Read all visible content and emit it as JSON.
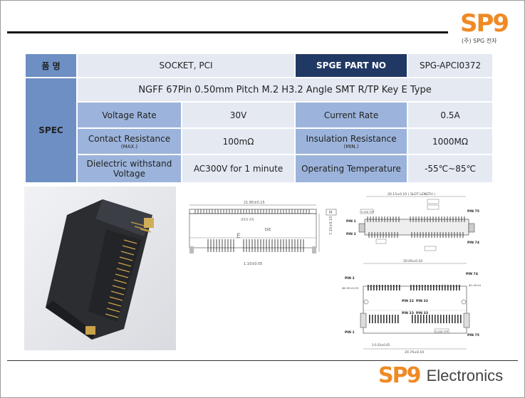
{
  "table": {
    "name_label": "품  명",
    "name_value": "SOCKET, PCI",
    "part_label": "SPGE PART NO",
    "part_value": "SPG-APCI0372",
    "spec_label": "SPEC",
    "description": "NGFF 67Pin 0.50mm Pitch M.2 H3.2 Angle SMT R/TP Key E Type",
    "rows": [
      {
        "l1": "Voltage Rate",
        "l1s": "",
        "v1": "30V",
        "l2": "Current Rate",
        "l2s": "",
        "v2": "0.5A"
      },
      {
        "l1": "Contact Resistance",
        "l1s": "(MAX.)",
        "v1": "100mΩ",
        "l2": "Insulation Resistance",
        "l2s": "(MIN.)",
        "v2": "1000MΩ"
      },
      {
        "l1": "Dielectric withstand Voltage",
        "l1s": "",
        "v1": "AC300V for 1 minute",
        "l2": "Operating Temperature",
        "l2s": "",
        "v2": "-55℃~85℃"
      }
    ]
  },
  "logo_top": {
    "mark": "SP9",
    "sub": "(주) SPG 전자"
  },
  "logo_bottom": {
    "mark": "SP9",
    "word": "Electronics"
  },
  "drawing1": {
    "dim_top": "21.85±0.15",
    "dim_bottom": "1.10±0.05",
    "dim_right": "7.15±0.15",
    "mark": "M",
    "dc": "D/C",
    "xx": "XXX·XX",
    "e": "E"
  },
  "drawing2": {
    "slot": "20.15±0.10 ( SLOT LENGTH )",
    "pin1": "PIN 1",
    "pin2": "PIN 2",
    "pin75": "PIN 75",
    "pin74": "PIN 74",
    "typ": "0.500 TYP"
  },
  "drawing3": {
    "top": "20.00±0.10",
    "bottom": "20.70±0.10",
    "pin2": "PIN 2",
    "pin74": "PIN 74",
    "pin22": "PIN 22",
    "pin32": "PIN 32",
    "pin23": "PIN 23",
    "pin33": "PIN 33",
    "pin1": "PIN 1",
    "pin75": "PIN 75",
    "hole": "Φ1.45±0",
    "hole2": "Φ0.95±0.05",
    "typ": "0.500 TYP",
    "pitch": "2-0.20±0.05"
  },
  "colors": {
    "accent": "#f08a24",
    "header_dark": "#203864",
    "header_mid": "#6d8fc3",
    "cell_mid": "#9cb4db",
    "cell_light": "#e4e9f2"
  }
}
